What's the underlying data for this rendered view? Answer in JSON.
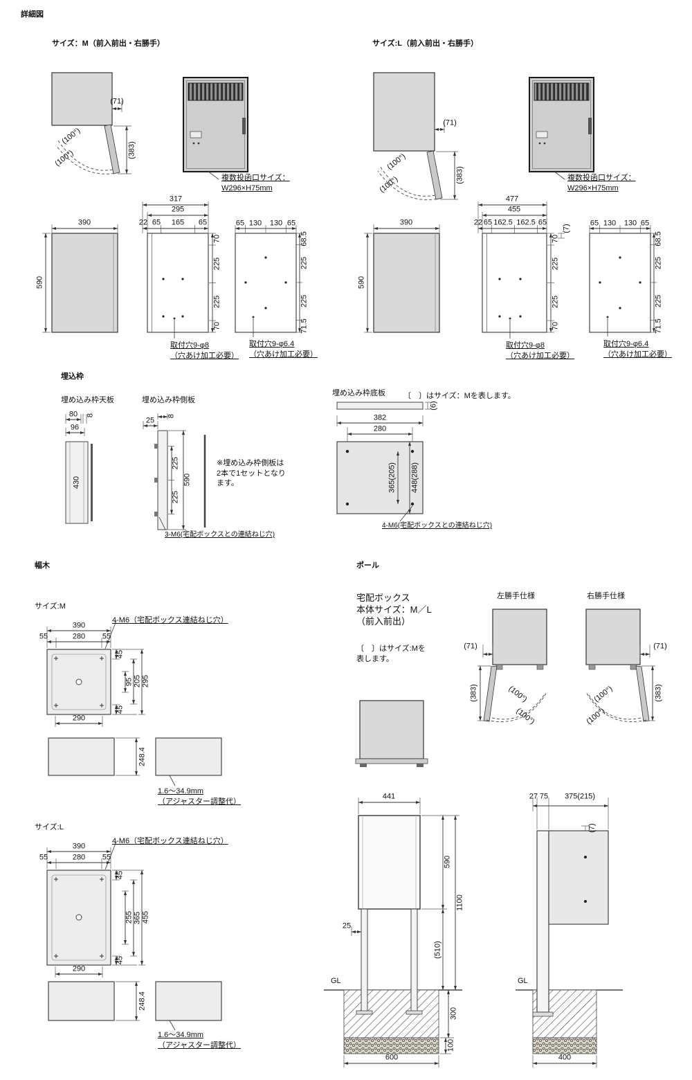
{
  "title": "詳細図",
  "m": {
    "heading": "サイズ：M（前入前出・右勝手）",
    "dim71": "(71)",
    "deg1": "(100°)",
    "deg2": "(100°)",
    "dim383": "(383)",
    "slot_note": "複数投函口サイズ：\nW296×H75mm",
    "w390": "390",
    "h590": "590",
    "p317": "317",
    "p295": "295",
    "p22": "22",
    "p65a": "65",
    "p165": "165",
    "p65b": "65",
    "r70a": "70",
    "r225a": "225",
    "r225b": "225",
    "r70b": "70",
    "q65a": "65",
    "q130a": "130",
    "q130b": "130",
    "q65b": "65",
    "s685": "68.5",
    "s225a": "225",
    "s225b": "225",
    "s715": "71.5",
    "hole8": "取付穴9-φ8\n（穴あけ加工必要）",
    "hole64": "取付穴9-φ6.4\n（穴あけ加工必要）"
  },
  "l": {
    "heading": "サイズ:L（前入前出・右勝手）",
    "dim71": "(71)",
    "deg1": "(100°)",
    "deg2": "(100°)",
    "dim383": "(383)",
    "slot_note": "複数投函口サイズ：\nW296×H75mm",
    "w390": "390",
    "h590": "590",
    "p477": "477",
    "p455": "455",
    "p22": "22",
    "p65a": "65",
    "p1625a": "162.5",
    "p1625b": "162.5",
    "p65b": "65",
    "p7": "(7)",
    "r70a": "70",
    "r225a": "225",
    "r225b": "225",
    "r70b": "70",
    "q65a": "65",
    "q130a": "130",
    "q130b": "130",
    "q65b": "65",
    "s685": "68.5",
    "s225a": "225",
    "s225b": "225",
    "s715": "71.5",
    "hole8": "取付穴9-φ8\n（穴あけ加工必要）",
    "hole64": "取付穴9-φ6.4\n（穴あけ加工必要）"
  },
  "frame": {
    "heading": "埋込枠",
    "top_label": "埋め込み枠天板",
    "t80": "80",
    "t8": "8",
    "t96": "96",
    "t430": "430",
    "side_label": "埋め込み枠側板",
    "s25": "25",
    "s8": "8",
    "s225a": "225",
    "s590": "590",
    "s225b": "225",
    "side_note": "※埋め込み枠側板は\n2本で1セットとなり\nます。",
    "side_callout": "3-M6(宅配ボックスとの連結ねじ穴)",
    "bottom_label": "埋め込み枠底板",
    "bottom_note": "〔　〕はサイズ：Mを表します。",
    "b6": "(6)",
    "b382": "382",
    "b280": "280",
    "b365": "365(205)",
    "b448": "448(288)",
    "bottom_callout": "4-M6(宅配ボックスとの連結ねじ穴)"
  },
  "base": {
    "heading": "幅木",
    "m_label": "サイズ:M",
    "l_label": "サイズ:L",
    "callout": "4-M6（宅配ボックス連結ねじ穴）",
    "adj": "1.6～34.9mm\n（アジャスター調整代）",
    "d390": "390",
    "d280": "280",
    "d55l": "55",
    "d55r": "55",
    "d290": "290",
    "d2484": "248.4",
    "m45t": "45",
    "m95": "95",
    "m205": "205",
    "m295": "295",
    "m45b": "45",
    "l45t": "45",
    "l255": "255",
    "l365": "365",
    "l455": "455",
    "l45b": "45"
  },
  "pole": {
    "heading": "ポール",
    "body": "宅配ボックス\n本体サイズ：M／L\n（前入前出）",
    "note": "〔　〕はサイズ:Mを\n表します。",
    "left_label": "左勝手仕様",
    "right_label": "右勝手仕様",
    "dim71l": "(71)",
    "dim383l": "(383)",
    "degl1": "(100°)",
    "degl2": "(100°)",
    "dim71r": "(71)",
    "dim383r": "(383)",
    "degr1": "(100°)",
    "degr2": "(100°)",
    "d441": "441",
    "d590": "590",
    "d1100": "1100",
    "d510": "(510)",
    "d25": "25",
    "gl_l": "GL",
    "d300": "300",
    "d100": "100",
    "d600": "600",
    "d27": "27",
    "d75": "75",
    "d375": "375(215)",
    "d7": "(7)",
    "gl_r": "GL",
    "d400": "400"
  }
}
